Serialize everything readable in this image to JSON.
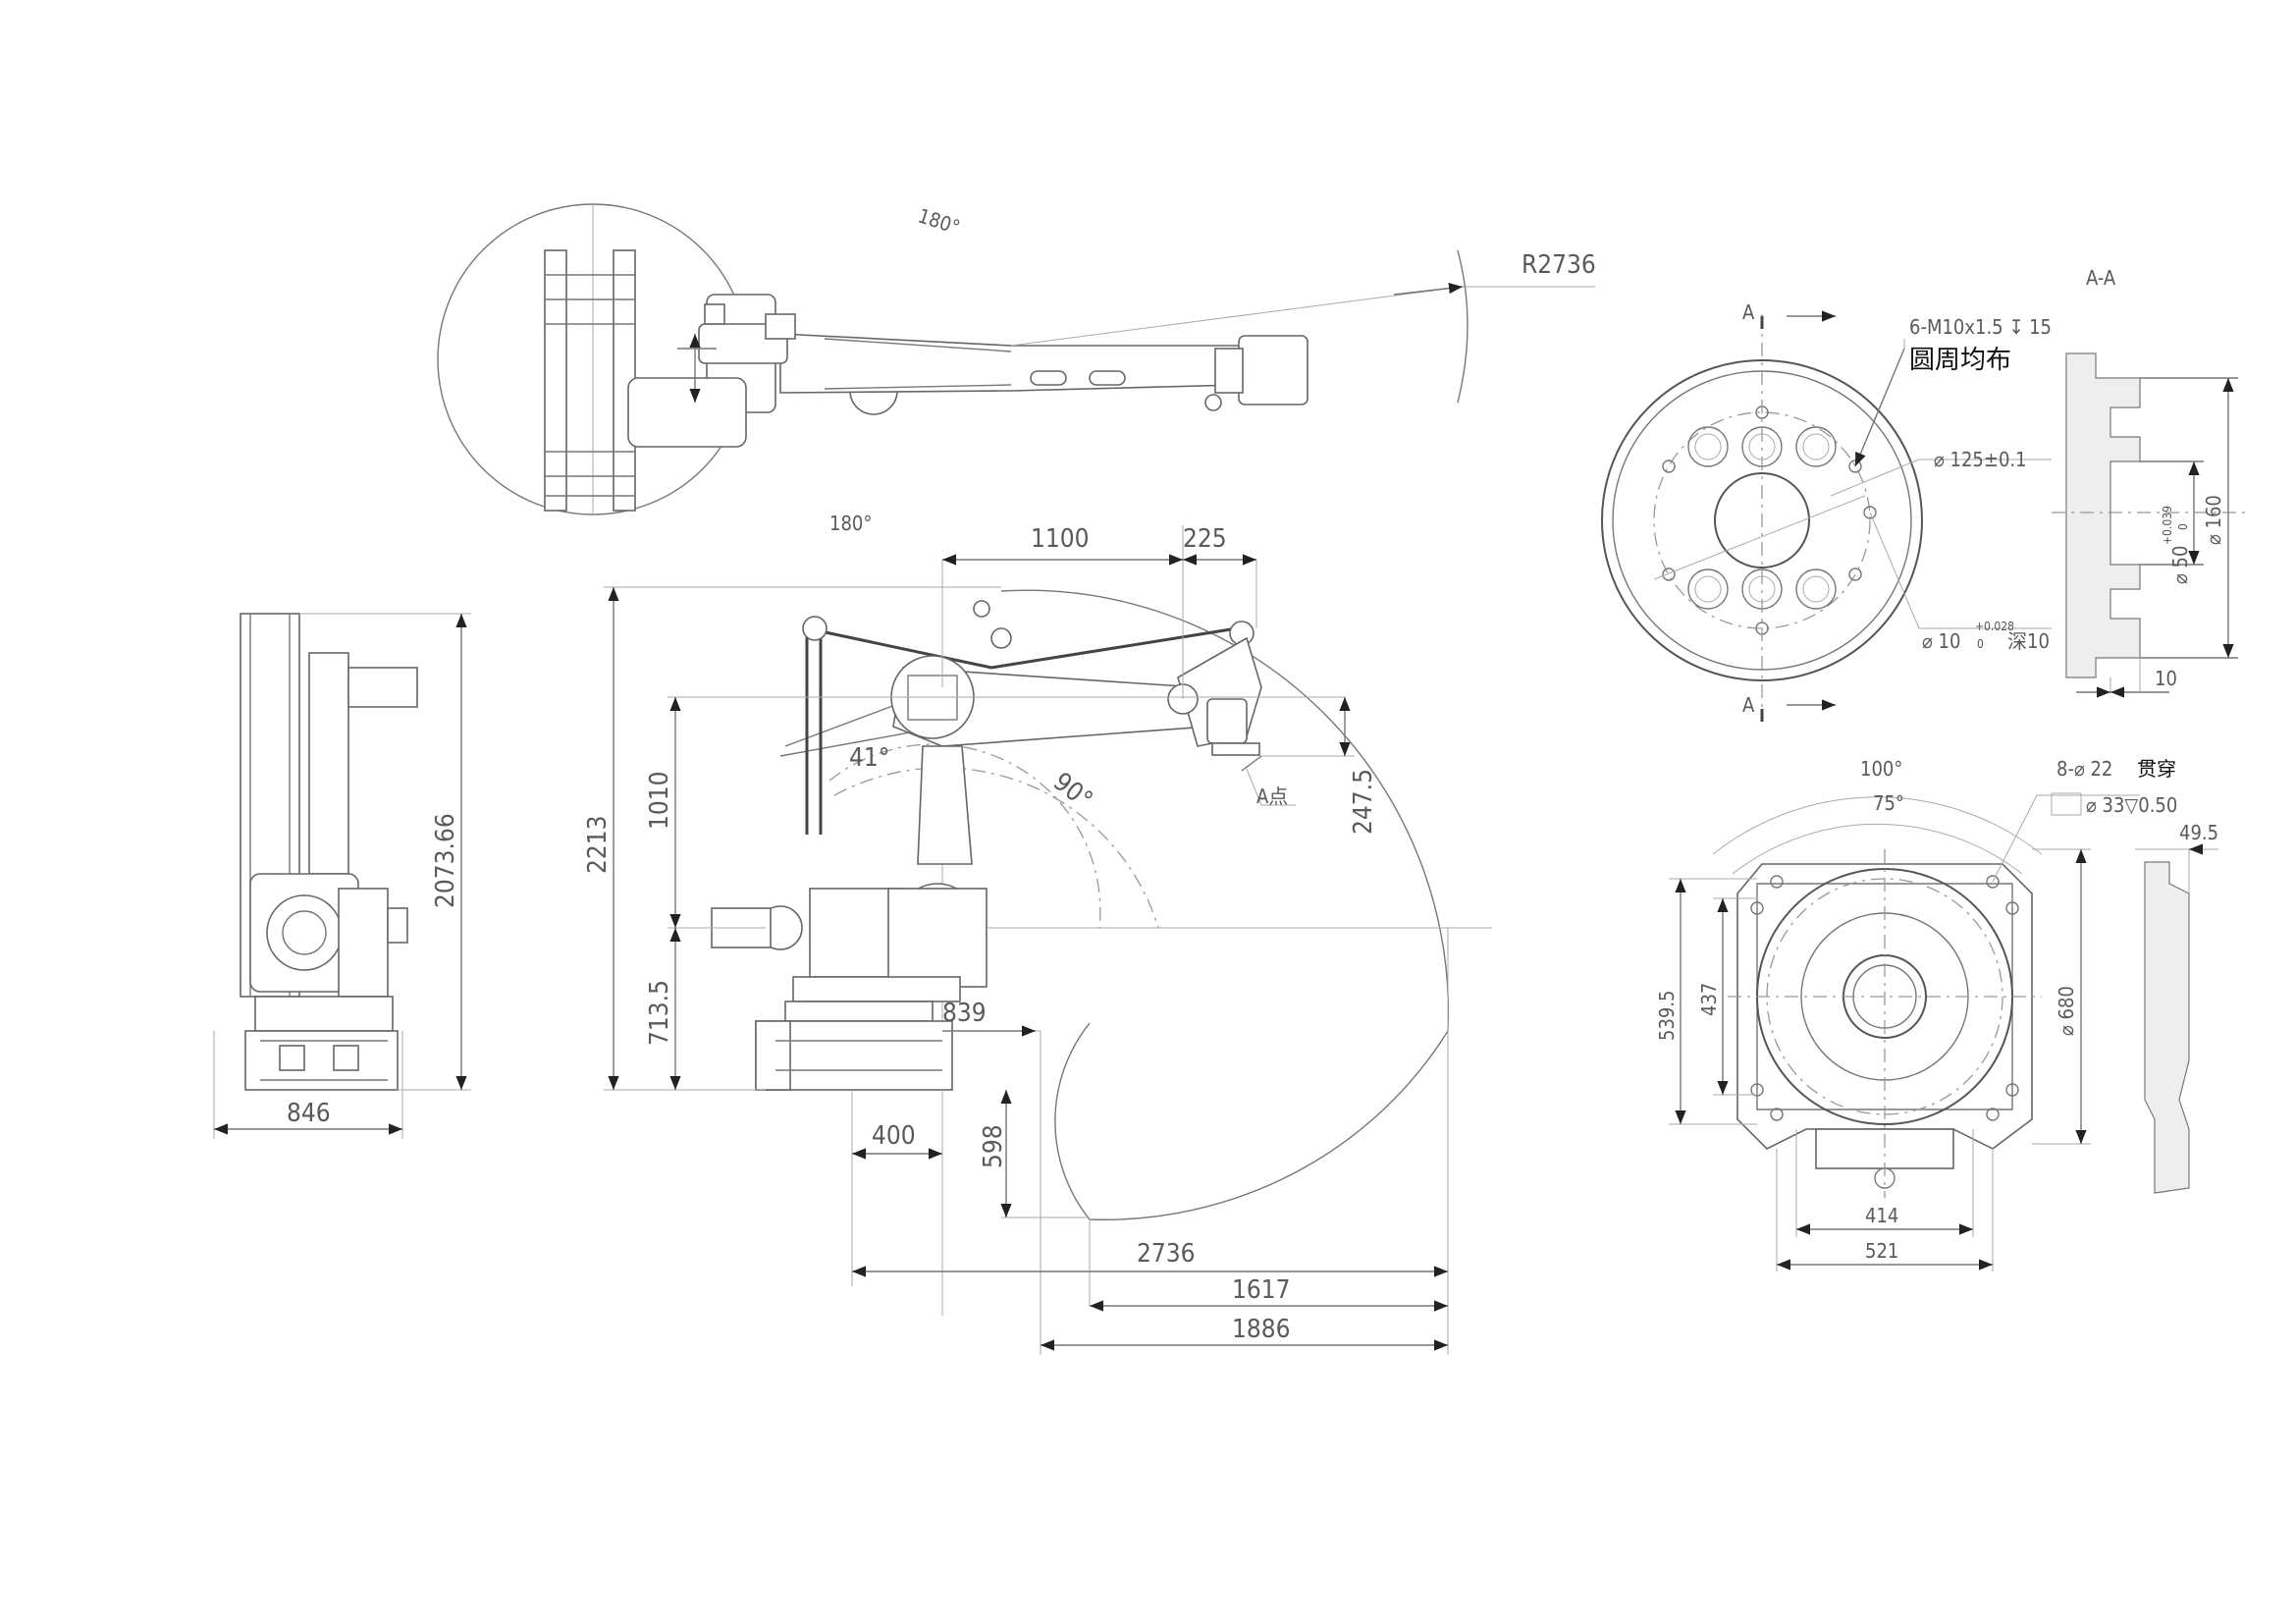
{
  "top_view": {
    "angle_upper": "180°",
    "angle_lower": "180°",
    "reach_radius": "R2736"
  },
  "side_view": {
    "dim_upper_arm": "1100",
    "dim_wrist_offset": "225",
    "dim_total_height": "2213",
    "dim_upper_height": "1010",
    "dim_base_height": "713.5",
    "dim_flange_drop": "247.5",
    "dim_base_to_axis": "839",
    "dim_base_front": "400",
    "dim_below_base": "598",
    "dim_reach": "2736",
    "dim_reach_inner": "1617",
    "dim_reach_lower": "1886",
    "angle_upper": "41°",
    "angle_lower": "90°",
    "point_label": "A点"
  },
  "front_view": {
    "dim_height": "2073.66",
    "dim_width": "846"
  },
  "flange_view": {
    "section_label": "A-A",
    "cut_mark_top": "A",
    "cut_mark_bottom": "A",
    "thread_spec": "6-M10x1.5 ↧ 15",
    "thread_note": "圆周均布",
    "pcd": "⌀ 125±0.1",
    "pin_hole": "⌀ 10",
    "pin_tol": "+0.028",
    "pin_tol_low": "0",
    "pin_depth": "深10",
    "outer_dia": "⌀ 160",
    "bore_dia": "⌀ 50",
    "bore_tol": "+0.039",
    "bore_tol_low": "0",
    "thickness": "10"
  },
  "base_view": {
    "angle_outer": "100°",
    "angle_inner": "75°",
    "hole_spec_num": "8-⌀ 22",
    "hole_spec_thru": "贯穿",
    "counterbore": "⌀ 33▽0.50",
    "side_thickness": "49.5",
    "dim_height_outer": "539.5",
    "dim_height_inner": "437",
    "dim_dia": "⌀ 680",
    "dim_width_inner": "414",
    "dim_width_outer": "521"
  }
}
